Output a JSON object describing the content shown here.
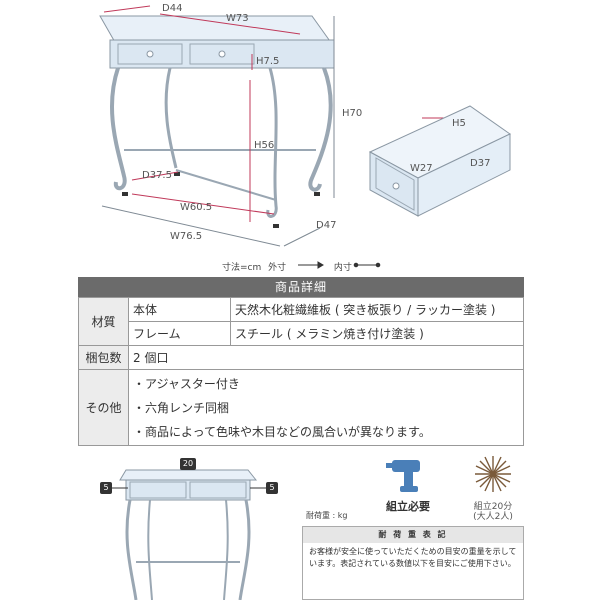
{
  "dimensions": {
    "d44": "D44",
    "w73": "W73",
    "h7_5": "H7.5",
    "h70": "H70",
    "h56": "H56",
    "d37_5": "D37.5",
    "w60_5": "W60.5",
    "w76_5": "W76.5",
    "d47": "D47",
    "h5": "H5",
    "w27": "W27",
    "d37": "D37"
  },
  "legend": {
    "unit": "寸法=cm",
    "outer": "外寸",
    "inner": "内寸"
  },
  "spec": {
    "title": "商品詳細",
    "material_label": "材質",
    "body_label": "本体",
    "body_value": "天然木化粧繊維板 ( 突き板張り / ラッカー塗装 )",
    "frame_label": "フレーム",
    "frame_value": "スチール ( メラミン焼き付け塗装 )",
    "package_label": "梱包数",
    "package_value": "2 個口",
    "other_label": "その他",
    "other_items": [
      "・アジャスター付き",
      "・六角レンチ同梱",
      "・商品によって色味や木目などの風合いが異なります。"
    ]
  },
  "bottom": {
    "load_top": "20",
    "load_left": "5",
    "load_right": "5",
    "load_unit_label": "耐荷重 : kg",
    "assembly_label": "組立必要",
    "time_label": "組立20分",
    "time_sub": "(大人2人)",
    "notice_title": "耐 荷 重 表 記",
    "notice_text": "お客様が安全に使っていただくための目安の重量を示しています。表記されている数値以下を目安にご使用下さい。"
  },
  "colors": {
    "furniture": "#e4eef7",
    "frame": "#ffffff",
    "outline": "#8a97a3",
    "dim_line": "#c0395a",
    "header_bg": "#6b6b6b"
  }
}
